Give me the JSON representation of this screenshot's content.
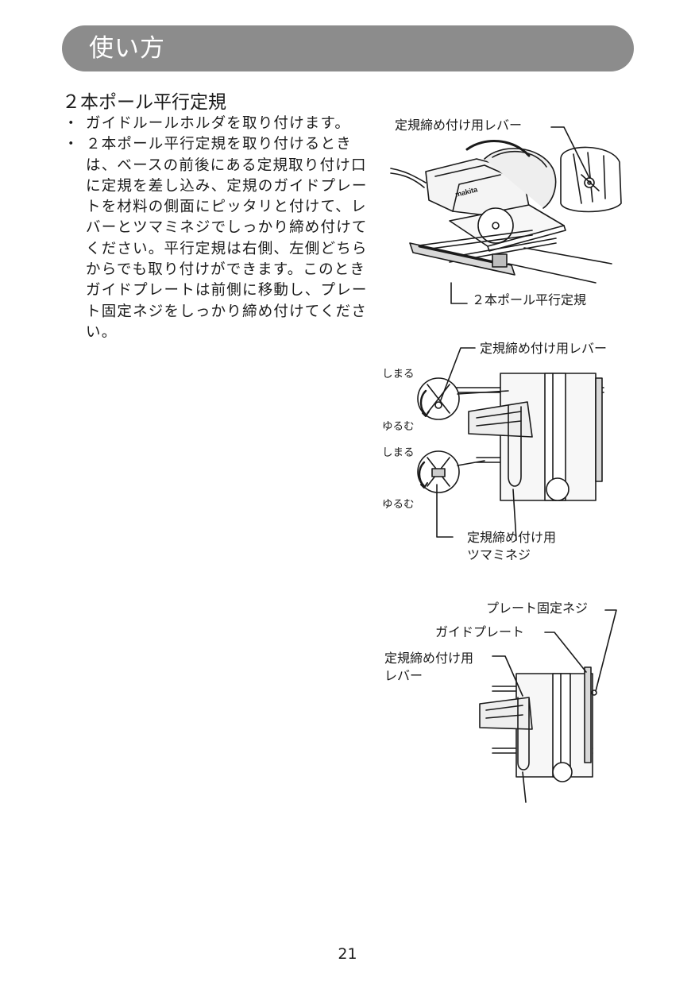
{
  "banner": {
    "title": "使い方"
  },
  "section": {
    "heading": "２本ポール平行定規",
    "bullets": [
      {
        "marker": "・",
        "text": "ガイドルールホルダを取り付けます。"
      },
      {
        "marker": "・",
        "text": "２本ポール平行定規を取り付けるときは、ベースの前後にある定規取り付け口に定規を差し込み、定規のガイドプレートを材料の側面にピッタリと付けて、レバーとツマミネジでしっかり締め付けてください。平行定規は右側、左側どちらからでも取り付けができます。このときガイドプレートは前側に移動し、プレート固定ネジをしっかり締め付けてください。"
      }
    ]
  },
  "figure1": {
    "lever_label": "定規締め付け用レバー",
    "rule_label": "２本ポール平行定規",
    "brand": "makita"
  },
  "figure2": {
    "lever_label": "定規締め付け用レバー",
    "tighten_top": "しまる",
    "loosen_top": "ゆるむ",
    "tighten_bottom": "しまる",
    "loosen_bottom": "ゆるむ",
    "knob_label": "定規締め付け用\nツマミネジ"
  },
  "figure3": {
    "plate_screw_label": "プレート固定ネジ",
    "guide_plate_label": "ガイドプレート",
    "lever_label": "定規締め付け用\nレバー"
  },
  "page_number": "21"
}
